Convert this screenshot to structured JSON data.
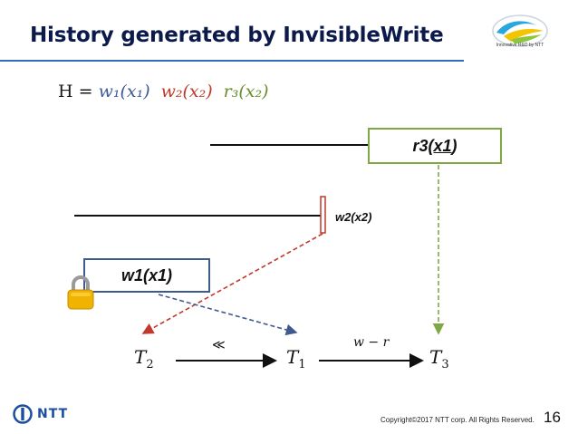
{
  "slide": {
    "title": "History generated by InvisibleWrite",
    "logo_caption": "Innovative R&D by NTT",
    "history": {
      "prefix": "H = ",
      "op1": "w₁(x₁)",
      "op2": "w₂(x₂)",
      "op3": "r₃(x₂)"
    },
    "boxes": {
      "r3_prefix": "r3(",
      "r3_underlined": "x1",
      "r3_suffix": ")",
      "w1": "w1(x1)"
    },
    "labels": {
      "w2": "w2(x2)"
    },
    "nodes": {
      "t2": "T",
      "t2_sub": "2",
      "t1": "T",
      "t1_sub": "1",
      "t3": "T",
      "t3_sub": "3"
    },
    "edges": {
      "t2_t1": "≪",
      "t1_t3": "w − r"
    },
    "footer": {
      "company": "NTT",
      "copyright": "Copyright©2017  NTT corp. All Rights Reserved.",
      "page_number": "16"
    },
    "colors": {
      "title": "#0b1a4a",
      "rule": "#2f6fb8",
      "w1": "#3f5a8f",
      "w2": "#c0392b",
      "r3": "#7fa845",
      "ntt_blue": "#1b4ea0"
    }
  }
}
